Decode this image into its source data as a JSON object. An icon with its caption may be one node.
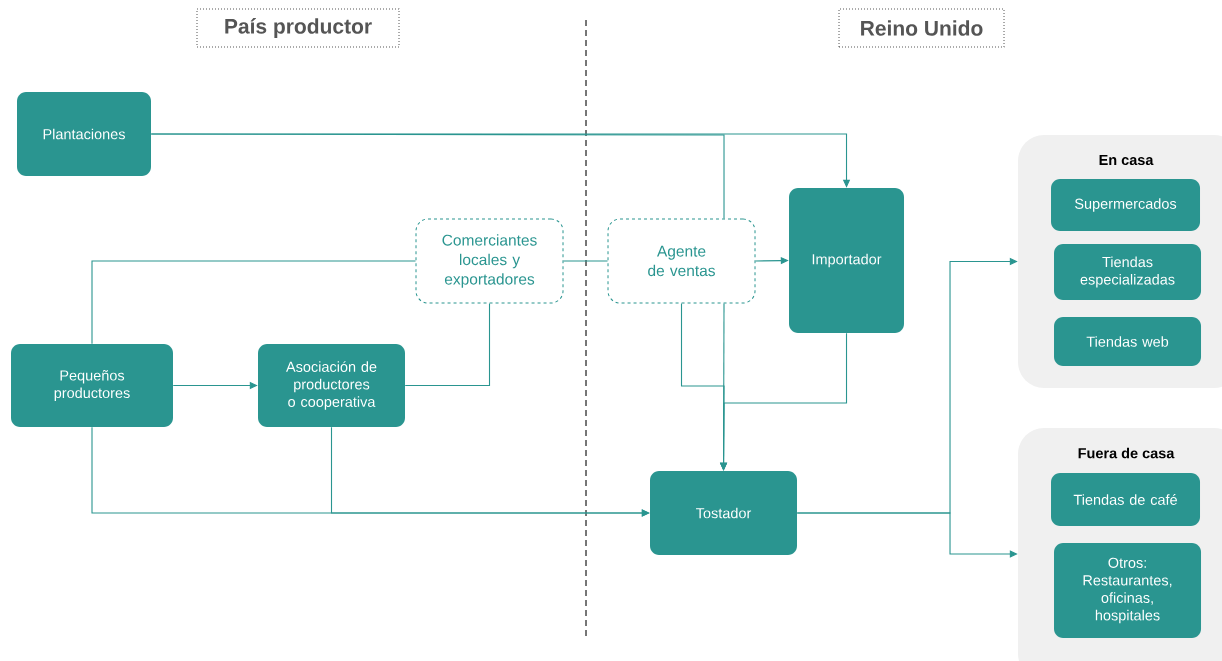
{
  "diagram": {
    "nodes": [
      {
        "text": [
          "País productor"
        ]
      },
      {
        "text": [
          "Reino Unido"
        ]
      },
      {
        "text": [
          "Plantaciones"
        ]
      },
      {
        "text": [
          "Comerciantes locales y exportadores"
        ]
      },
      {
        "text": [
          "Agente de ventas"
        ]
      },
      {
        "text": [
          "Importador"
        ]
      },
      {
        "text": [
          "Pequeños productores"
        ]
      },
      {
        "text": [
          "Asociación de productores o cooperativa"
        ]
      },
      {
        "text": [
          "Tostador"
        ]
      },
      {
        "text": [
          "En casa"
        ]
      },
      {
        "text": [
          "Supermercados"
        ],
        "in": 9
      },
      {
        "text": [
          "Tiendas especializadas"
        ],
        "in": 9
      },
      {
        "text": [
          "Tiendas web"
        ],
        "in": 9
      },
      {
        "text": [
          "Fuera de casa"
        ]
      },
      {
        "text": [
          "Tiendas de café"
        ],
        "in": 13
      },
      {
        "text": [
          "Otros: Restaurantes, oficinas, hospitales"
        ],
        "in": 13
      }
    ],
    "edges": [
      {
        "from": 2,
        "to": 5,
        "arrow": "to"
      },
      {
        "from": 2,
        "to": 4,
        "arrow": "none"
      },
      {
        "from": 6,
        "to": 3,
        "arrow": "none"
      },
      {
        "from": 6,
        "to": 7,
        "arrow": "to"
      },
      {
        "from": 7,
        "to": 3,
        "arrow": "none"
      },
      {
        "from": 3,
        "to": 4,
        "arrow": "none"
      },
      {
        "from": 4,
        "to": 5,
        "arrow": "to"
      },
      {
        "from": 4,
        "to": 8,
        "arrow": "to"
      },
      {
        "from": 4,
        "to": 8,
        "arrow": "to"
      },
      {
        "from": 5,
        "to": 8,
        "arrow": "to"
      },
      {
        "from": 6,
        "to": 8,
        "arrow": "to"
      },
      {
        "from": 7,
        "to": 8,
        "arrow": "to"
      },
      {
        "from": 8,
        "to": 9,
        "arrow": "to"
      },
      {
        "from": 8,
        "to": 13,
        "arrow": "to"
      }
    ]
  }
}
